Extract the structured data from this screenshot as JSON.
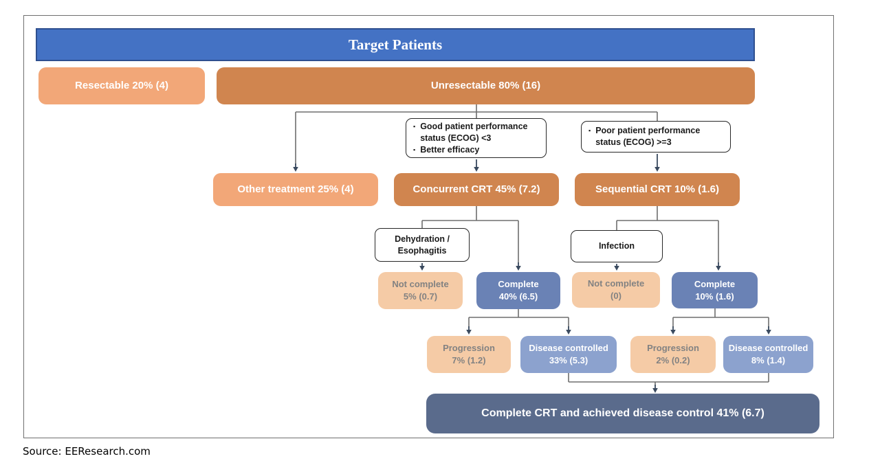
{
  "header": {
    "title": "Target Patients"
  },
  "icons": {
    "bullet": "▪"
  },
  "nodes": {
    "resectable": {
      "label": "Resectable 20% (4)"
    },
    "unresectable": {
      "label": "Unresectable 80% (16)"
    },
    "good_note": {
      "bullets": [
        "Good patient performance status (ECOG) <3",
        "Better efficacy"
      ]
    },
    "poor_note": {
      "bullets": [
        "Poor patient performance status (ECOG) >=3"
      ]
    },
    "other_treatment": {
      "label": "Other treatment 25% (4)"
    },
    "concurrent": {
      "label": "Concurrent CRT 45% (7.2)"
    },
    "sequential": {
      "label": "Sequential CRT 10% (1.6)"
    },
    "dehydration": {
      "line1": "Dehydration /",
      "line2": "Esophagitis"
    },
    "infection": {
      "label": "Infection"
    },
    "not_complete_concurrent": {
      "line1": "Not complete",
      "line2": "5% (0.7)"
    },
    "complete_concurrent": {
      "line1": "Complete",
      "line2": "40% (6.5)"
    },
    "not_complete_sequential": {
      "line1": "Not complete",
      "line2": "(0)"
    },
    "complete_sequential": {
      "line1": "Complete",
      "line2": "10% (1.6)"
    },
    "progression_concurrent": {
      "line1": "Progression",
      "line2": "7% (1.2)"
    },
    "disease_controlled_concurrent": {
      "line1": "Disease controlled",
      "line2": "33% (5.3)"
    },
    "progression_sequential": {
      "line1": "Progression",
      "line2": "2% (0.2)"
    },
    "disease_controlled_sequential": {
      "line1": "Disease controlled",
      "line2": "8% (1.4)"
    },
    "outcome": {
      "label": "Complete CRT and achieved disease control 41% (6.7)"
    }
  },
  "footer": {
    "source": "Source: EEResearch.com"
  },
  "colors": {
    "header_blue": "#4472C4",
    "header_border": "#2E4F8F",
    "orange_light": "#F2A778",
    "orange_dark": "#D0854F",
    "peach": "#F5CBA6",
    "peach_text": "#828282",
    "blue_medium": "#6A82B5",
    "blue_light": "#8CA2CE",
    "slate_dark": "#5A6B8C",
    "connector_gray": "#6E6E6E",
    "arrow_navy": "#3A4A5F"
  }
}
